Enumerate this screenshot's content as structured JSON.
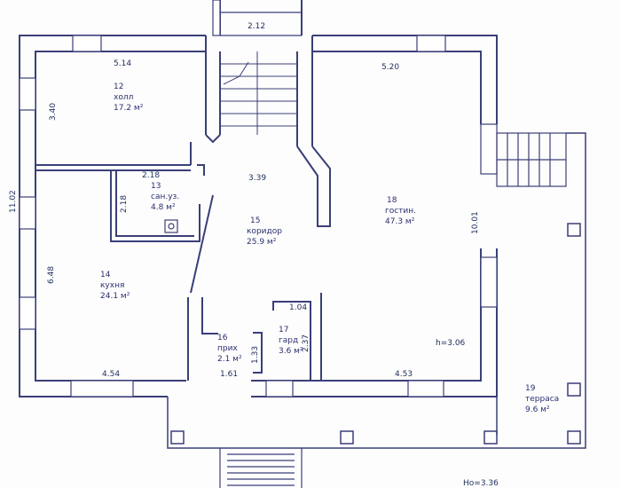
{
  "rooms": [
    {
      "num": "12",
      "name": "холл",
      "area": "17.2 м²"
    },
    {
      "num": "13",
      "name": "сан.уз.",
      "area": "4.8 м²"
    },
    {
      "num": "14",
      "name": "кухня",
      "area": "24.1 м²"
    },
    {
      "num": "15",
      "name": "коридор",
      "area": "25.9 м²"
    },
    {
      "num": "16",
      "name": "прих",
      "area": "2.1 м²"
    },
    {
      "num": "17",
      "name": "гард",
      "area": "3.6 м²"
    },
    {
      "num": "18",
      "name": "гостин.",
      "area": "47.3 м²"
    },
    {
      "num": "19",
      "name": "терраса",
      "area": "9.6 м²"
    }
  ],
  "dimensions": {
    "stair_top": "2.12",
    "top_left": "5.14",
    "top_right": "5.20",
    "hall_height": "3.40",
    "bath_width": "2.18",
    "bath_height": "2.18",
    "corridor_width": "3.39",
    "overall_height": "11.02",
    "right_height": "10.01",
    "kitchen_height": "6.48",
    "closet_width": "1.04",
    "closet_height": "2.37",
    "entry_height": "1.33",
    "entry_width": "1.61",
    "bottom_left": "4.54",
    "bottom_right": "4.53"
  },
  "notes": {
    "ceiling_height": "h=3.06",
    "ground_height": "Hо=3.36"
  },
  "colors": {
    "wall": "#3a3f78",
    "window_fill": "#ffffff",
    "ink": "#2a2f6e",
    "paper": "#fdfdfd"
  }
}
